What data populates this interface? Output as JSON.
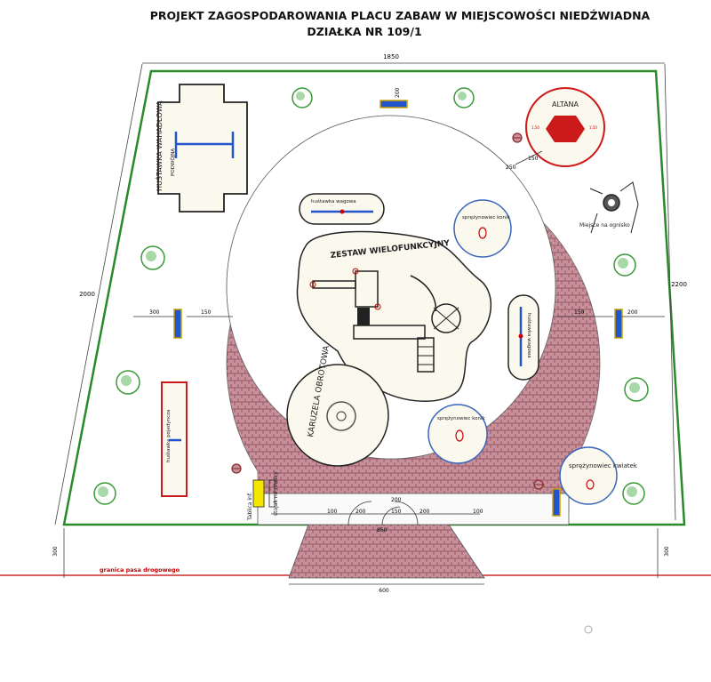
{
  "header": {
    "title_line1": "PROJEKT ZAGOSPODAROWANIA PLACU ZABAW W MIEJSCOWOŚCI NIEDŹWIADNA",
    "title_line2": "DZIAŁKA NR   109/1"
  },
  "dimensions": {
    "top_width": "1850",
    "left_side": "2000",
    "right_side": "2200",
    "entrance_top": "200",
    "altana_offset_h": "250",
    "altana_offset_v": "150",
    "left_bench_gap": "300",
    "left_path_gap": "150",
    "right_path_gap": "150",
    "right_bench_gap": "200",
    "gate_segment_1": "100",
    "gate_segment_2": "200",
    "gate_segment_3": "150",
    "gate_segment_4": "200",
    "gate_segment_5": "100",
    "gate_upper": "200",
    "gate_total": "850",
    "road_offset_left": "300",
    "road_offset_right": "300",
    "entrance_bottom": "600"
  },
  "labels": {
    "altana": "ALTANA",
    "altana_dim_left": "1,50",
    "altana_dim_right": "1,50",
    "zestaw": "ZESTAW WIELOFUNKCYJNY",
    "karuzela": "KARUZELA OBROTOWA",
    "hustawka_wagowa_top": "huśtawka wagowa",
    "hustawka_wagowa_right": "huśtawka wagowa",
    "sprezynowiec_konik_1": "sprężynowiec konik",
    "sprezynowiec_konik_2": "sprężynowiec konik",
    "sprezynowiec_kwiatek": "sprężynowiec kwiatek",
    "miejsce_ognisko": "Miejsce na ognisko",
    "hustawka_wahadlowa": "HUŚTAWKA WAHADŁOWA",
    "podwojna": "PODWÓJNA",
    "hustawka_pojedyncza": "huśtawka pojedyncza",
    "tablica": "Tablica inf.",
    "stojak": "stojak na rowery",
    "granica": "granica pasa drogowego"
  },
  "colors": {
    "boundary": "#2a8a2a",
    "paving": "#c8909a",
    "paving_line": "#8a4a55",
    "equipment_fill": "#fbf8ee",
    "road_line": "#c00000",
    "altana_red": "#cc1a1a",
    "swing_blue": "#2255cc",
    "spring_ring": "#3a66bb",
    "tree_green": "#3a9a3a"
  },
  "icons": [
    "tree-icon",
    "bench-icon",
    "bin-icon",
    "bike-rack-icon",
    "swing-icon",
    "fire-pit-icon",
    "gazebo-icon",
    "spring-rider-icon"
  ]
}
